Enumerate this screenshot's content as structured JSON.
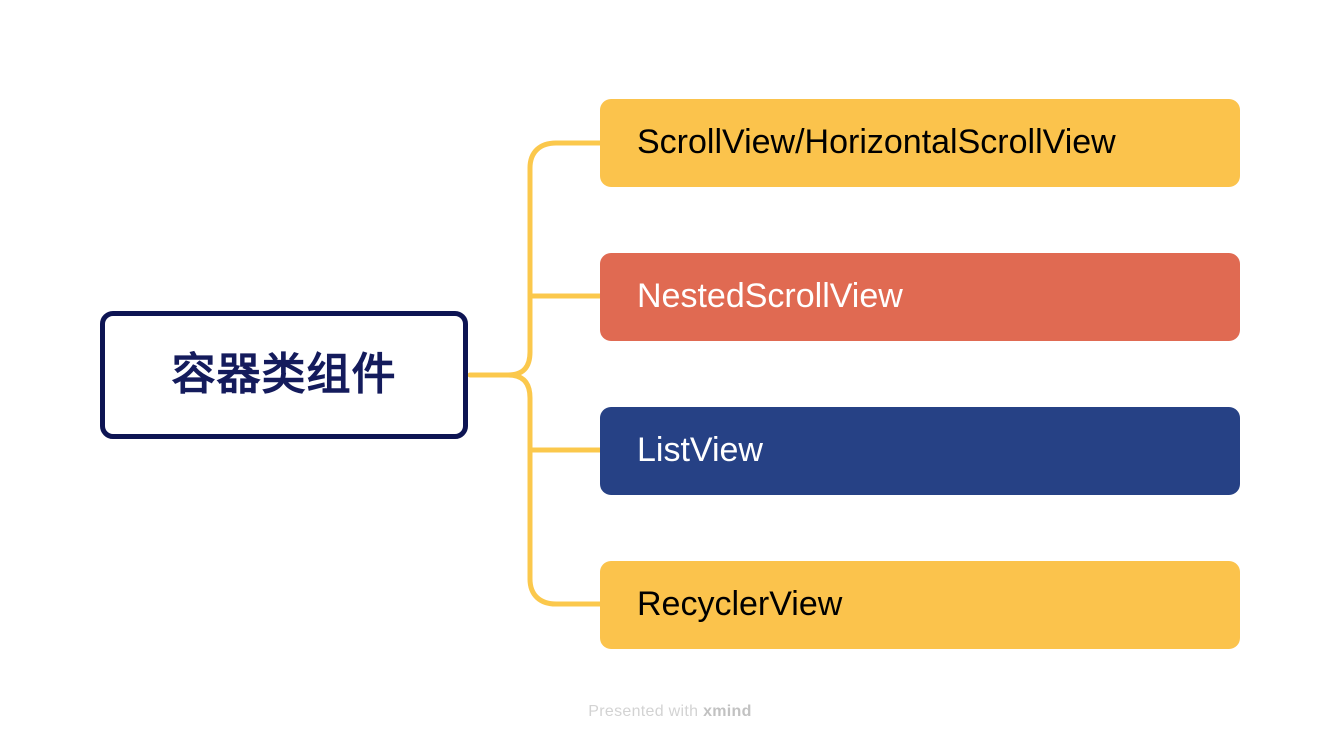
{
  "diagram": {
    "type": "mind-map",
    "root": {
      "label": "容器类组件",
      "text_color": "#141b5c",
      "border_color": "#0d1453",
      "fill_color": "#ffffff"
    },
    "connector": {
      "color": "#fbc84c",
      "style": "rounded-brace",
      "stroke_width": 5
    },
    "branches": [
      {
        "label": "ScrollView/HorizontalScrollView",
        "fill_color": "#fbc34c",
        "text_color": "#000000"
      },
      {
        "label": "NestedScrollView",
        "fill_color": "#e06a52",
        "text_color": "#ffffff"
      },
      {
        "label": "ListView",
        "fill_color": "#264185",
        "text_color": "#ffffff"
      },
      {
        "label": "RecyclerView",
        "fill_color": "#fbc34c",
        "text_color": "#000000"
      }
    ]
  },
  "footer": {
    "prefix": "Presented with ",
    "brand": "xmind"
  }
}
